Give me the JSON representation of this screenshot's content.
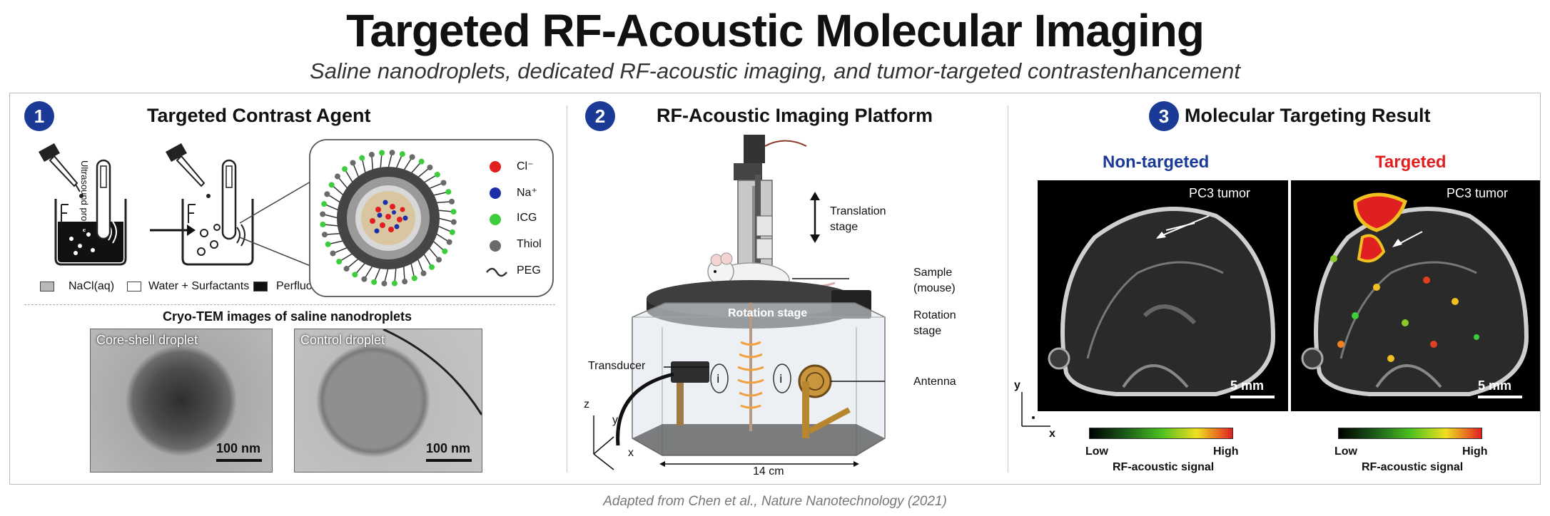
{
  "header": {
    "title": "Targeted RF-Acoustic Molecular Imaging",
    "subtitle": "Saline nanodroplets, dedicated RF-acoustic imaging, and tumor-targeted contrastenhancement"
  },
  "panels": [
    {
      "number": "1",
      "title": "Targeted Contrast Agent",
      "probe_label": "Ultrasound probe",
      "legend": [
        {
          "label": "NaCl(aq)",
          "color": "#b9b9b9"
        },
        {
          "label": "Water + Surfactants",
          "color": "#ffffff"
        },
        {
          "label": "Perfluorocarbon",
          "color": "#111111"
        }
      ],
      "particle_legend": [
        {
          "label": "Cl⁻",
          "color": "#e02020"
        },
        {
          "label": "Na⁺",
          "color": "#1a2fa8"
        },
        {
          "label": "ICG",
          "color": "#3ccc3c"
        },
        {
          "label": "Thiol",
          "color": "#6a6a6a"
        },
        {
          "label": "PEG",
          "color": "#333333"
        }
      ],
      "cryo_title": "Cryo-TEM images of saline nanodroplets",
      "tem_images": [
        {
          "label": "Core-shell droplet",
          "scale": "100 nm"
        },
        {
          "label": "Control droplet",
          "scale": "100 nm"
        }
      ]
    },
    {
      "number": "2",
      "title": "RF-Acoustic Imaging Platform",
      "labels": {
        "translation_stage": "Translation stage",
        "sample": "Sample (mouse)",
        "rotation_stage_on": "Rotation stage",
        "rotation_stage": "Rotation stage",
        "transducer": "Transducer",
        "antenna": "Antenna",
        "width": "14 cm",
        "axis_x": "x",
        "axis_y": "y",
        "axis_z": "z"
      }
    },
    {
      "number": "3",
      "title": "Molecular Targeting Result",
      "images": [
        {
          "title": "Non-targeted",
          "title_color": "#1a3a96",
          "tumor_label": "PC3 tumor",
          "scale": "5 mm"
        },
        {
          "title": "Targeted",
          "title_color": "#e02020",
          "tumor_label": "PC3 tumor",
          "scale": "5 mm"
        }
      ],
      "colorbar": {
        "low": "Low",
        "high": "High",
        "label": "RF-acoustic signal"
      },
      "axes": {
        "x": "x",
        "y": "y"
      }
    }
  ],
  "footer": "Adapted from Chen et al., Nature Nanotechnology (2021)"
}
